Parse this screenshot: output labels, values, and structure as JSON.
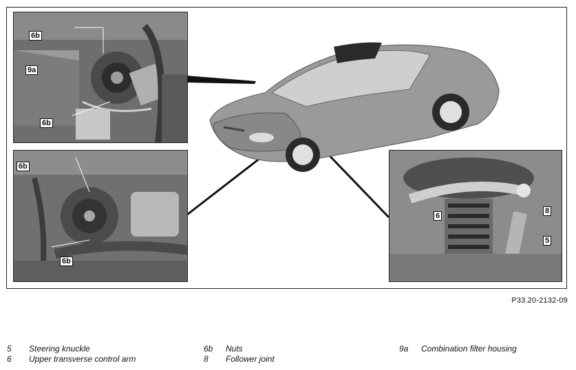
{
  "figure_id": "P33.20-2132-09",
  "callouts": {
    "tl_top": "6b",
    "tl_left": "9a",
    "tl_bottom": "6b",
    "bl_top": "6b",
    "bl_bottom": "6b",
    "br_6": "6",
    "br_8": "8",
    "br_5": "5"
  },
  "legend": {
    "col1": [
      {
        "num": "5",
        "label": "Steering knuckle"
      },
      {
        "num": "6",
        "label": "Upper transverse control arm"
      }
    ],
    "col2": [
      {
        "num": "6b",
        "label": "Nuts"
      },
      {
        "num": "8",
        "label": "Follower joint"
      }
    ],
    "col3": [
      {
        "num": "9a",
        "label": "Combination filter housing"
      }
    ]
  }
}
